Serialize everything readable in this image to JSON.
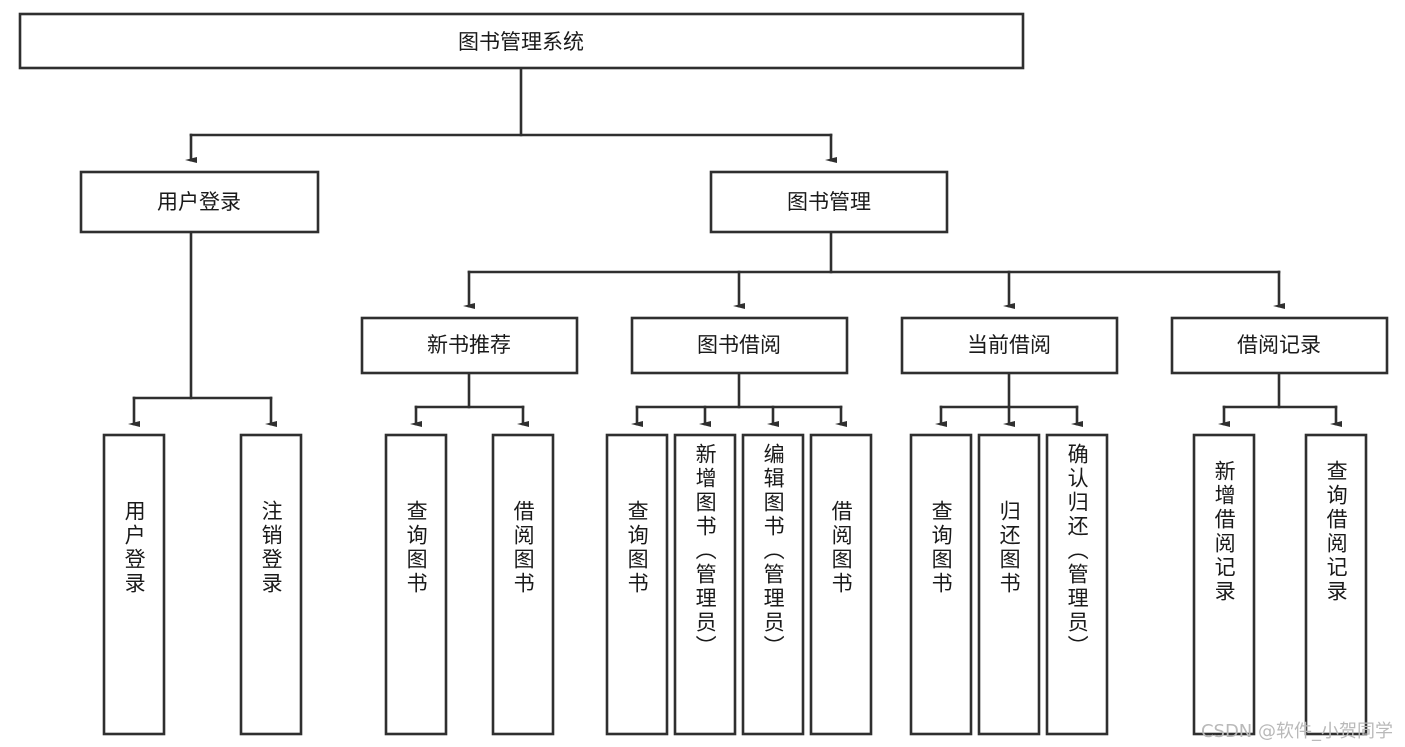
{
  "diagram": {
    "type": "tree",
    "title": "图书管理系统",
    "watermark": "CSDN @软件_小贺同学",
    "colors": {
      "box_stroke": "#2f2f2f",
      "box_fill": "#ffffff",
      "connector": "#2f2f2f",
      "text": "#1a1a1a",
      "background": "#ffffff",
      "watermark": "#b9b9b9"
    },
    "root": {
      "label": "图书管理系统"
    },
    "level2": [
      {
        "label": "用户登录"
      },
      {
        "label": "图书管理"
      }
    ],
    "level3": [
      {
        "label": "新书推荐"
      },
      {
        "label": "图书借阅"
      },
      {
        "label": "当前借阅"
      },
      {
        "label": "借阅记录"
      }
    ],
    "leaves": {
      "user_login": [
        {
          "label": "用户登录"
        },
        {
          "label": "注销登录"
        }
      ],
      "new_book": [
        {
          "label": "查询图书"
        },
        {
          "label": "借阅图书"
        }
      ],
      "book_borrow": [
        {
          "label": "查询图书"
        },
        {
          "label": "新增图书（管理员）"
        },
        {
          "label": "编辑图书（管理员）"
        },
        {
          "label": "借阅图书"
        }
      ],
      "current_borrow": [
        {
          "label": "查询图书"
        },
        {
          "label": "归还图书"
        },
        {
          "label": "确认归还（管理员）"
        }
      ],
      "borrow_record": [
        {
          "label": "新增借阅记录"
        },
        {
          "label": "查询借阅记录"
        }
      ]
    }
  }
}
